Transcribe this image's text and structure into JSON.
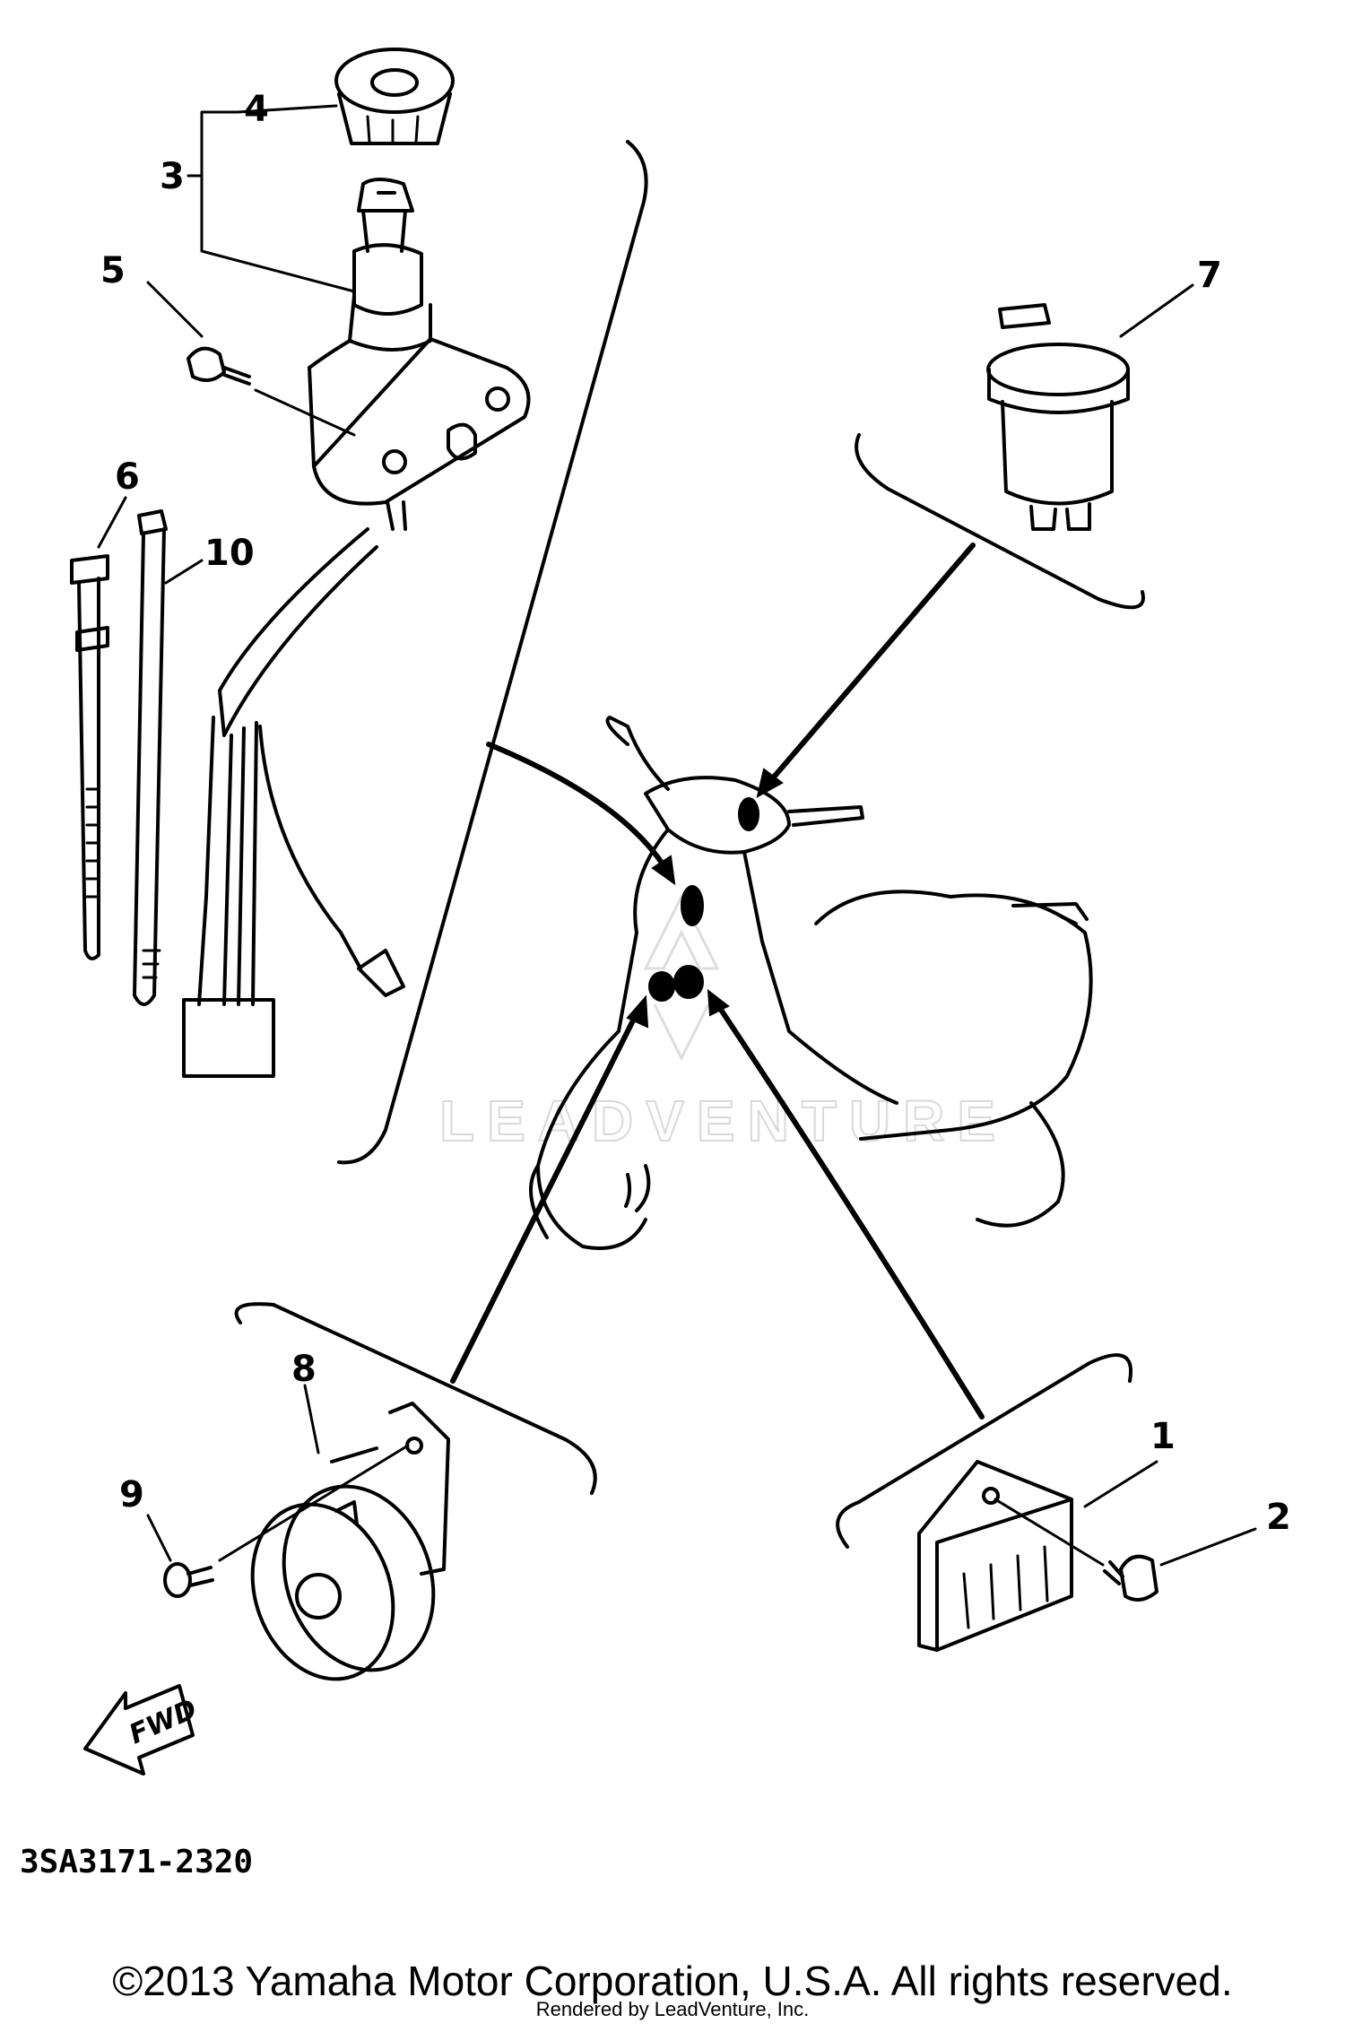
{
  "diagram": {
    "callouts": [
      {
        "id": "4",
        "label": "4"
      },
      {
        "id": "3",
        "label": "3"
      },
      {
        "id": "5",
        "label": "5"
      },
      {
        "id": "6",
        "label": "6"
      },
      {
        "id": "10",
        "label": "10"
      },
      {
        "id": "7",
        "label": "7"
      },
      {
        "id": "8",
        "label": "8"
      },
      {
        "id": "9",
        "label": "9"
      },
      {
        "id": "1",
        "label": "1"
      },
      {
        "id": "2",
        "label": "2"
      }
    ],
    "fwd_label": "FWD",
    "watermark": "LEADVENTURE",
    "part_code": "3SA3171-2320"
  },
  "footer": {
    "copyright": "©2013 Yamaha Motor Corporation, U.S.A. All rights reserved.",
    "rendered_by": "Rendered by LeadVenture, Inc."
  }
}
